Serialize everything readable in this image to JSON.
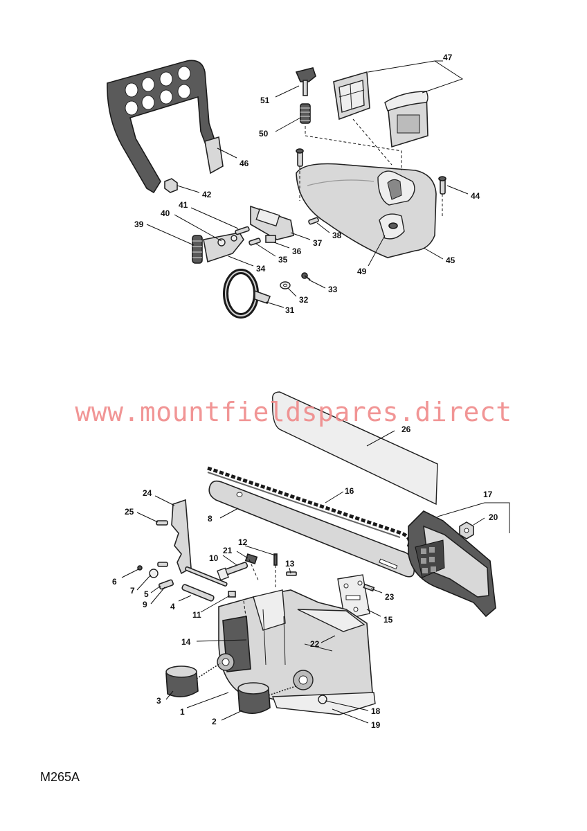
{
  "watermark": "www.mountfieldspares.direct",
  "figure_code": "M265A",
  "callouts": {
    "c1": "1",
    "c2": "2",
    "c3": "3",
    "c4": "4",
    "c5": "5",
    "c6": "6",
    "c7": "7",
    "c8": "8",
    "c9": "9",
    "c10": "10",
    "c11": "11",
    "c12": "12",
    "c13": "13",
    "c14": "14",
    "c15": "15",
    "c16": "16",
    "c17": "17",
    "c18": "18",
    "c19": "19",
    "c20": "20",
    "c21": "21",
    "c22": "22",
    "c23": "23",
    "c24": "24",
    "c25": "25",
    "c26": "26",
    "c31": "31",
    "c32": "32",
    "c33": "33",
    "c34": "34",
    "c35": "35",
    "c36": "36",
    "c37": "37",
    "c38": "38",
    "c39": "39",
    "c40": "40",
    "c41": "41",
    "c42": "42",
    "c44": "44",
    "c45": "45",
    "c46": "46",
    "c47": "47",
    "c49": "49",
    "c50": "50",
    "c51": "51"
  }
}
